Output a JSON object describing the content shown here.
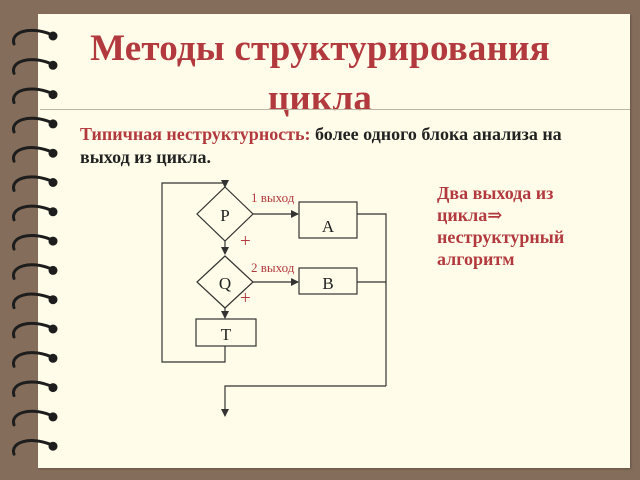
{
  "title": "Методы структурирования цикла",
  "subtitle": {
    "accent": "Типичная неструктурность:",
    "rest": " более одного блока анализа на выход из цикла."
  },
  "side_note": "Два выхода из цикла⇒ неструктурный алгоритм",
  "diagram": {
    "decision_p": "P",
    "decision_q": "Q",
    "block_a": "A",
    "block_b": "B",
    "block_t": "T",
    "exit_1": "1 выход",
    "exit_2": "2 выход",
    "plus_1": "+",
    "plus_2": "+"
  },
  "colors": {
    "accent": "#b2393e",
    "background": "#846e5b",
    "paper": "#fffde9",
    "line": "#333333",
    "box_fill": "#fffde9"
  }
}
